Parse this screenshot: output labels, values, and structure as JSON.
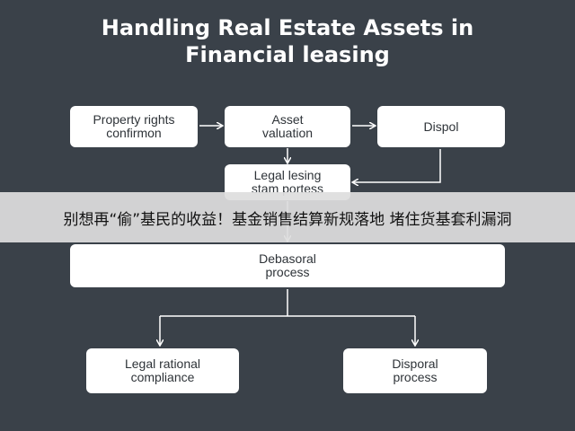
{
  "title": "Handling Real Estate Assets in\nFinancial leasing",
  "boxes": {
    "rights": "Property rights\nconfirmon",
    "valuation": "Asset\nvaluation",
    "dispol": "Dispol",
    "legal_proc": "Legal lesing\nstam portess",
    "debas": "Debasoral\nprocess",
    "compliance": "Legal rational\ncompliance",
    "disporal": "Disporal\nprocess"
  },
  "banner": "别想再“偷”基民的收益！基金销售结算新规落地 堵住货基套利漏洞",
  "colors": {
    "background": "#3a4149",
    "box": "#ffffff",
    "line": "#ffffff",
    "banner": "#dedede"
  }
}
